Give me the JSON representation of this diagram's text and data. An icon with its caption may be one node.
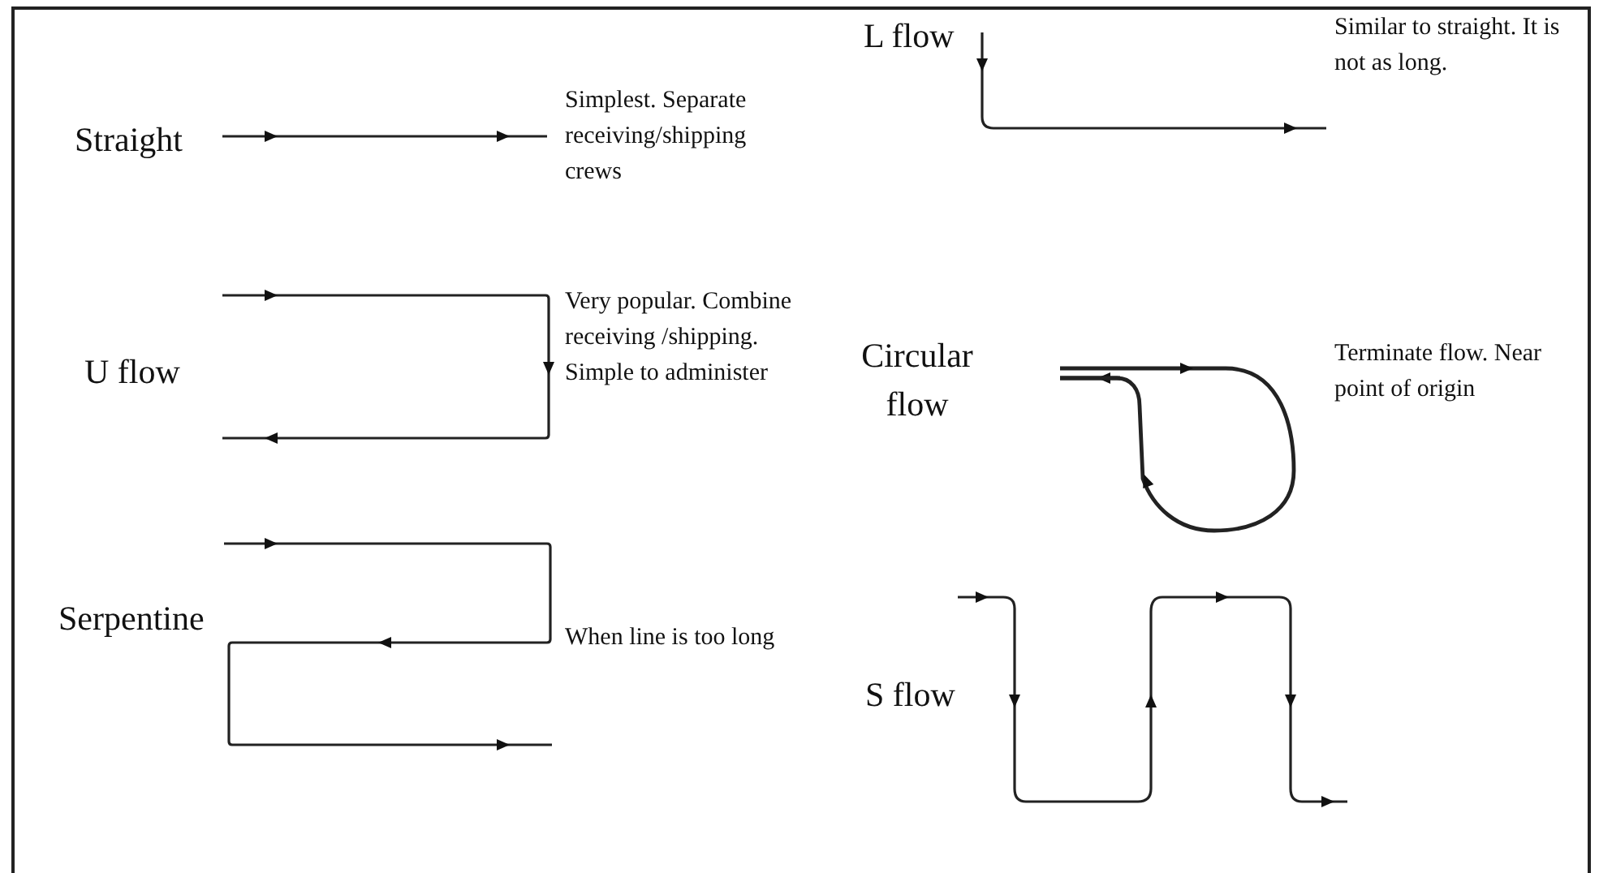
{
  "diagram": {
    "labels": [
      "Straight",
      "Simplest. Separate receiving/shipping crews",
      "U flow",
      "Very popular. Combine receiving /shipping. Simple to administer",
      "Serpentine",
      "When line is too long",
      "L flow",
      "Similar to straight. It is not as long.",
      "Circular flow",
      "Terminate flow. Near point of origin",
      "S flow"
    ]
  }
}
